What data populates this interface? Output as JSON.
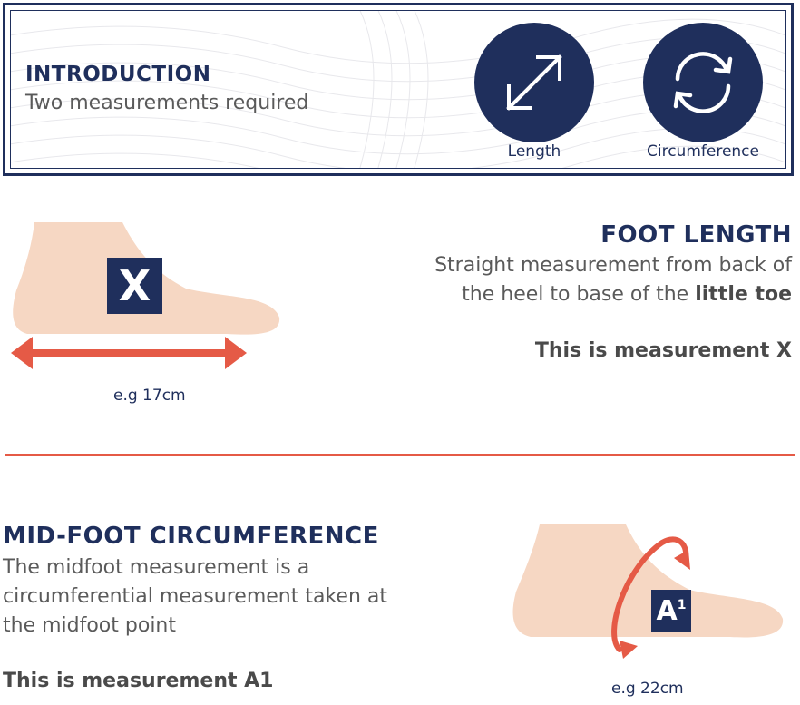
{
  "intro": {
    "title": "INTRODUCTION",
    "subtitle": "Two measurements required",
    "icons": [
      {
        "name": "length-arrows-icon",
        "label": "Length"
      },
      {
        "name": "circumference-cycle-icon",
        "label": "Circumference"
      }
    ]
  },
  "foot_length": {
    "title": "FOOT LENGTH",
    "line1": "Straight measurement from back of",
    "line2_prefix": "the heel to base of the ",
    "line2_bold": "little toe",
    "measurement_note": "This is measurement X",
    "badge": "X",
    "caption": "e.g 17cm"
  },
  "midfoot": {
    "title": "MID-FOOT CIRCUMFERENCE",
    "lines": [
      "The midfoot measurement is a",
      "circumferential measurement taken at",
      "the midfoot point"
    ],
    "measurement_note": "This is measurement A1",
    "badge_letter": "A",
    "badge_sup": "1",
    "caption": "e.g 22cm"
  },
  "colors": {
    "navy": "#1f2f5c",
    "accent_red": "#e55a46",
    "foot_skin": "#f6d7c3"
  }
}
